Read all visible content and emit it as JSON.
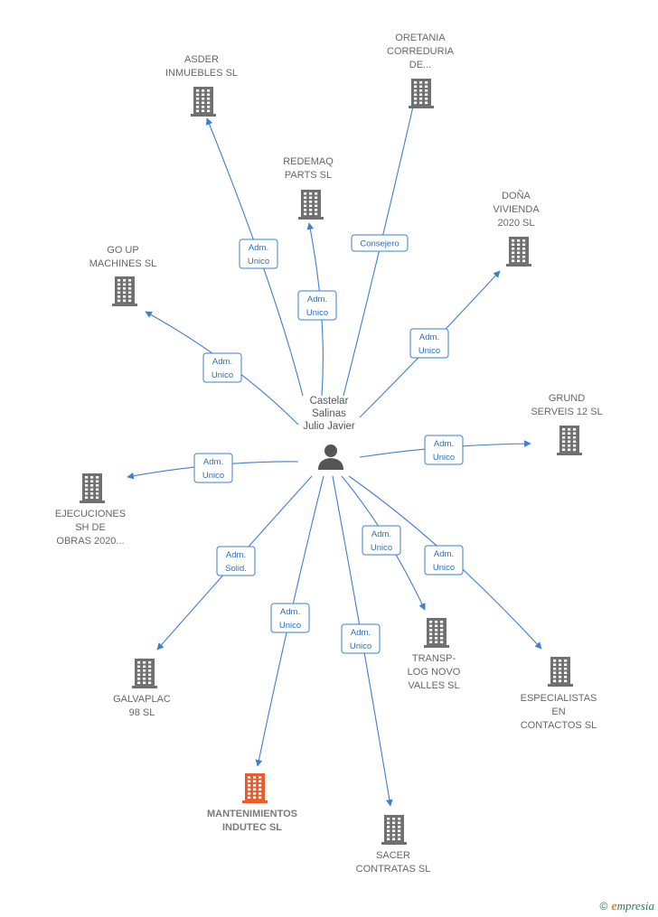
{
  "colors": {
    "edge": "#3d7fd0",
    "edge_label_border": "#3d7fd0",
    "building": "#707070",
    "building_highlight": "#f05a28",
    "person": "#555555"
  },
  "center": {
    "name_lines": [
      "Castelar",
      "Salinas",
      "Julio Javier"
    ],
    "icon": "person-icon"
  },
  "nodes": [
    {
      "id": "asder",
      "lines": [
        "ASDER",
        "INMUEBLES SL"
      ],
      "relation": [
        "Adm.",
        "Unico"
      ],
      "icon": "building-icon"
    },
    {
      "id": "oretania",
      "lines": [
        "ORETANIA",
        "CORREDURIA",
        "DE..."
      ],
      "relation": [
        "Consejero"
      ],
      "icon": "building-icon"
    },
    {
      "id": "redemaq",
      "lines": [
        "REDEMAQ",
        "PARTS  SL"
      ],
      "relation": [
        "Adm.",
        "Unico"
      ],
      "icon": "building-icon"
    },
    {
      "id": "dona",
      "lines": [
        "DOÑA",
        "VIVIENDA",
        "2020  SL"
      ],
      "relation": [
        "Adm.",
        "Unico"
      ],
      "icon": "building-icon"
    },
    {
      "id": "goup",
      "lines": [
        "GO UP",
        "MACHINES  SL"
      ],
      "relation": [
        "Adm.",
        "Unico"
      ],
      "icon": "building-icon"
    },
    {
      "id": "grund",
      "lines": [
        "GRUND",
        "SERVEIS 12 SL"
      ],
      "relation": [
        "Adm.",
        "Unico"
      ],
      "icon": "building-icon"
    },
    {
      "id": "ejecuciones",
      "lines": [
        "EJECUCIONES",
        "SH DE",
        "OBRAS 2020..."
      ],
      "relation": [
        "Adm.",
        "Unico"
      ],
      "icon": "building-icon"
    },
    {
      "id": "galvaplac",
      "lines": [
        "GALVAPLAC",
        "98 SL"
      ],
      "relation": [
        "Adm.",
        "Solid."
      ],
      "icon": "building-icon"
    },
    {
      "id": "mantenimientos",
      "lines": [
        "MANTENIMIENTOS",
        "INDUTEC  SL"
      ],
      "relation": [
        "Adm.",
        "Unico"
      ],
      "icon": "building-icon",
      "highlight": true
    },
    {
      "id": "sacer",
      "lines": [
        "SACER",
        "CONTRATAS SL"
      ],
      "relation": [
        "Adm.",
        "Unico"
      ],
      "icon": "building-icon"
    },
    {
      "id": "translog",
      "lines": [
        "TRANSP-",
        "LOG NOVO",
        "VALLES  SL"
      ],
      "relation": [
        "Adm.",
        "Unico"
      ],
      "icon": "building-icon"
    },
    {
      "id": "especialistas",
      "lines": [
        "ESPECIALISTAS",
        "EN",
        "CONTACTOS SL"
      ],
      "relation": [
        "Adm.",
        "Unico"
      ],
      "icon": "building-icon"
    }
  ],
  "footer": {
    "copyright_symbol": "©",
    "brand_initial": "e",
    "brand_rest": "mpresia"
  }
}
